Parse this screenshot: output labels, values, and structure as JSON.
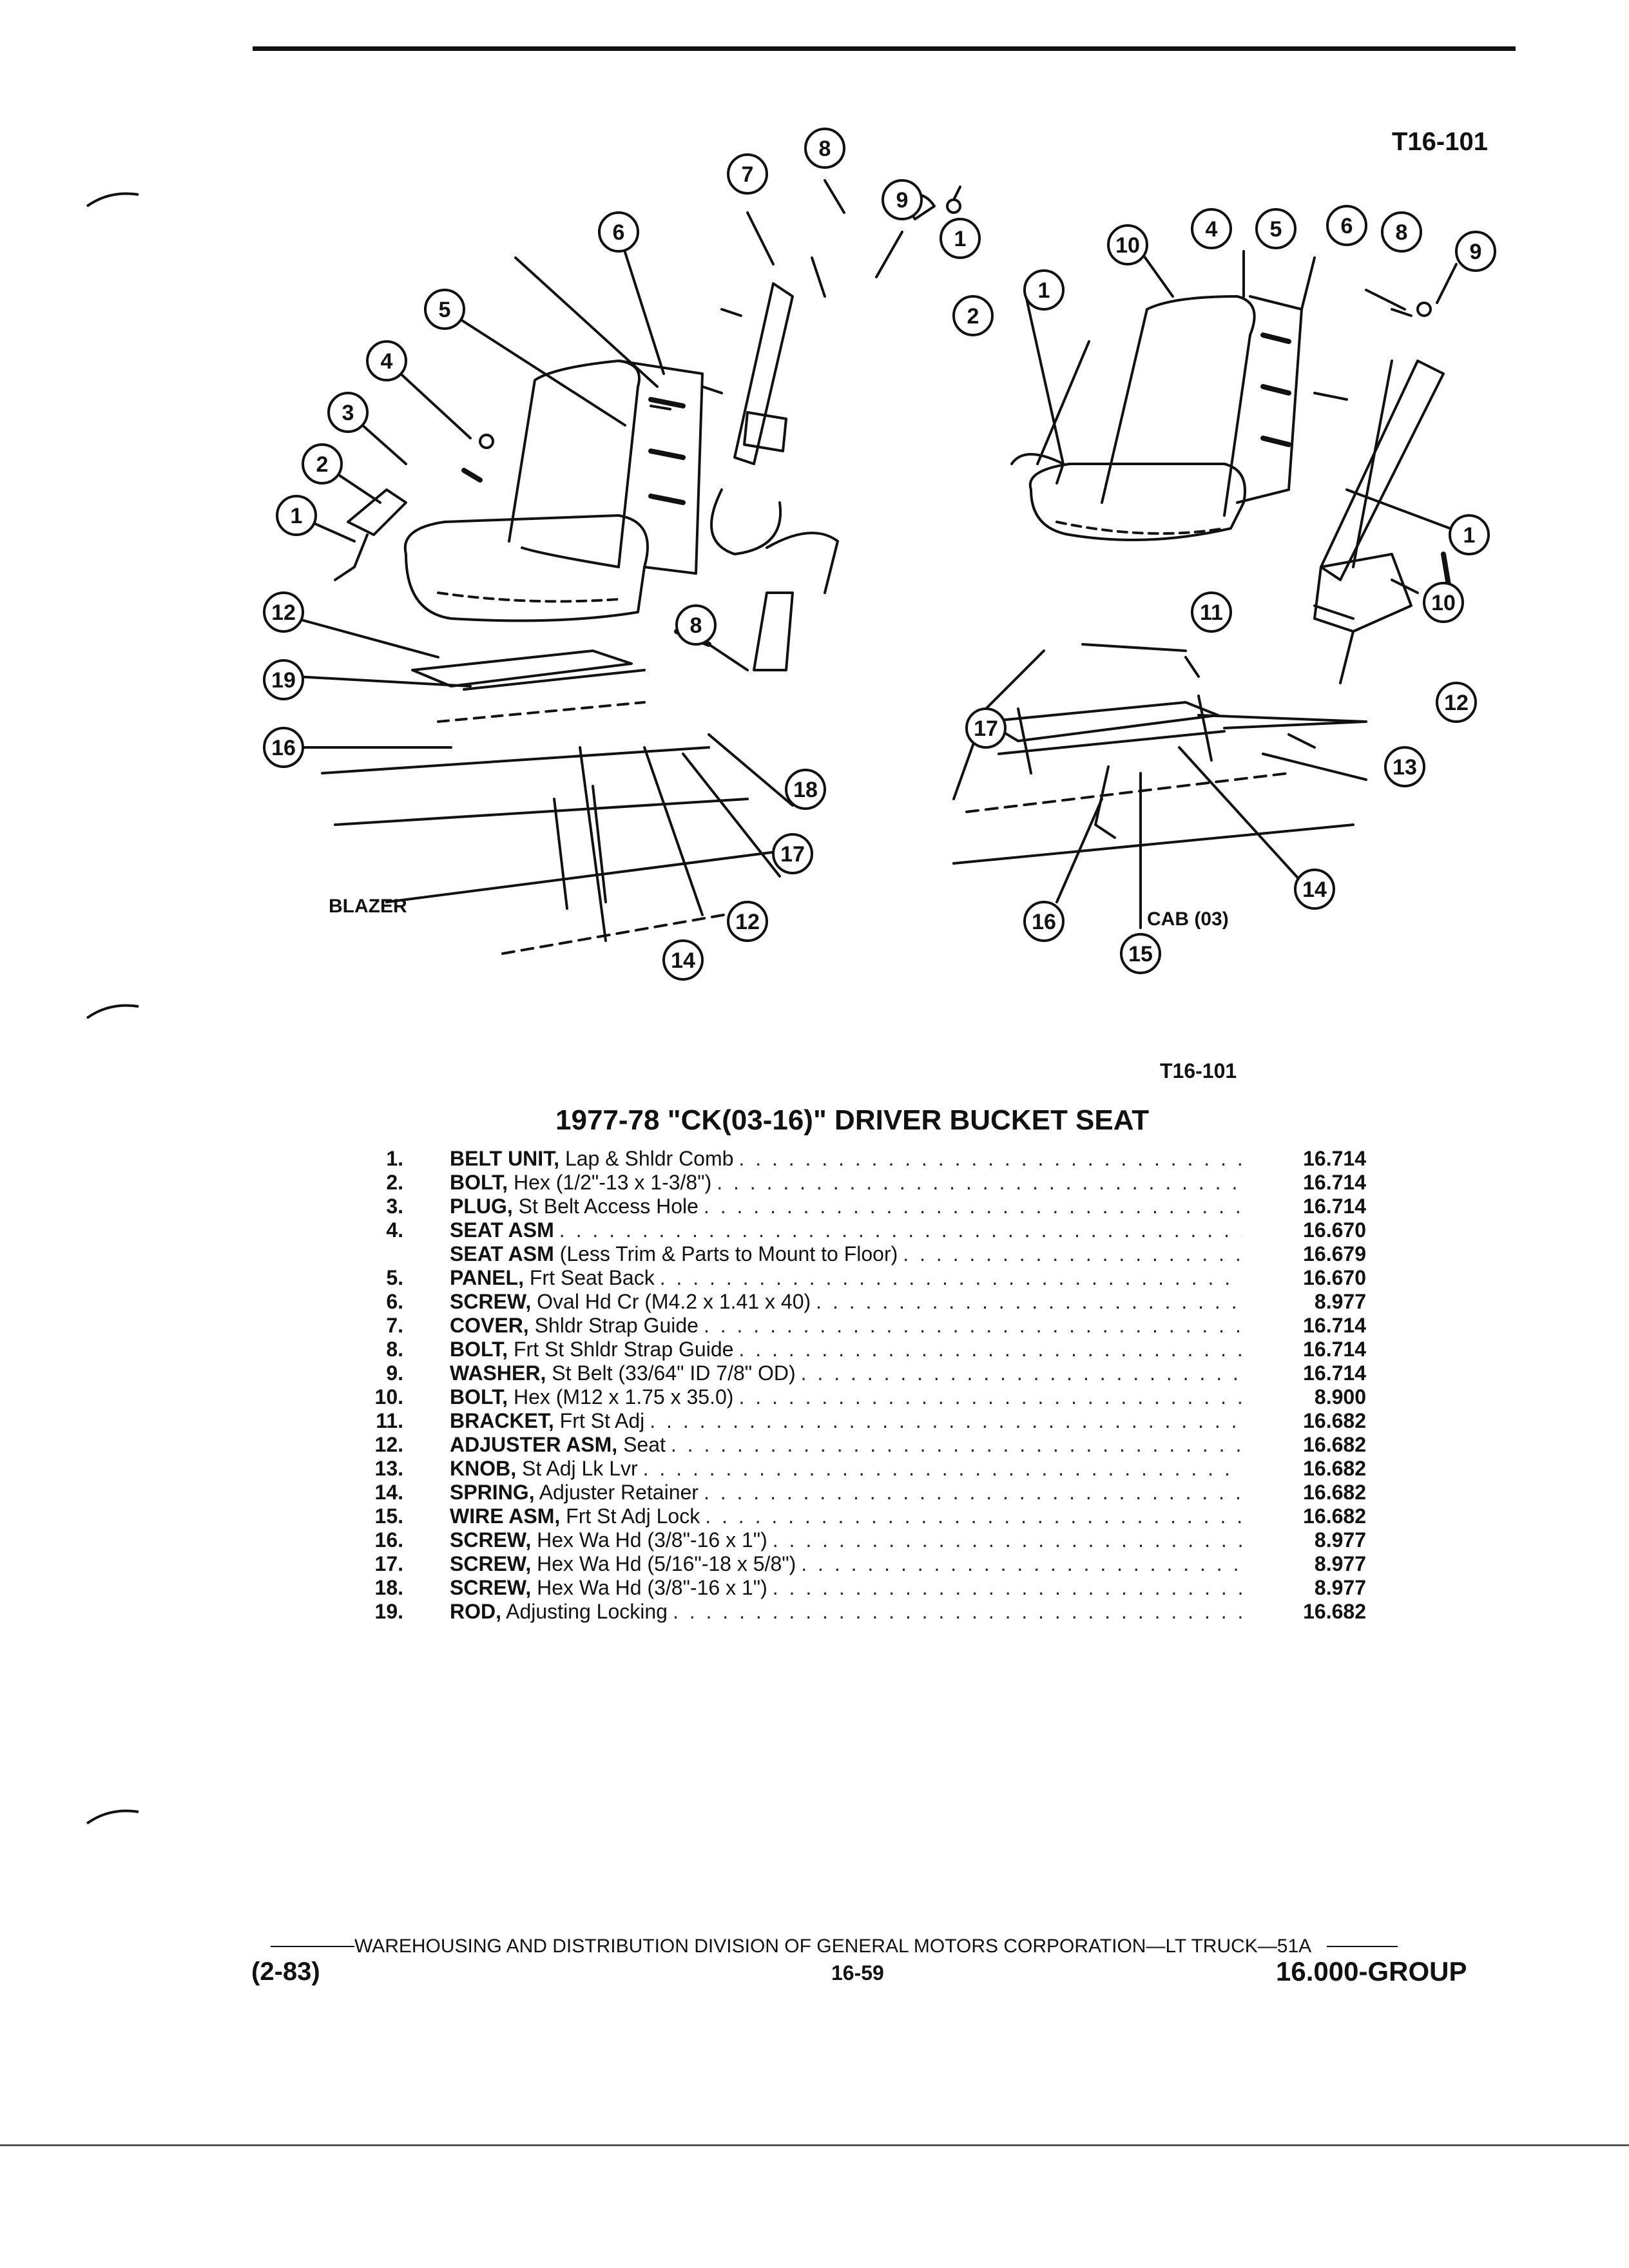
{
  "header": {
    "figure_code": "T16-101"
  },
  "figure": {
    "left_label": "BLAZER",
    "right_label": "CAB (03)",
    "left_callouts": [
      "1",
      "2",
      "3",
      "4",
      "5",
      "6",
      "7",
      "8",
      "9",
      "1",
      "2",
      "8",
      "12",
      "19",
      "16",
      "18",
      "17",
      "12",
      "14"
    ],
    "right_callouts": [
      "10",
      "1",
      "4",
      "5",
      "6",
      "8",
      "9",
      "1",
      "10",
      "11",
      "17",
      "12",
      "13",
      "14",
      "16",
      "15"
    ],
    "caption_code": "T16-101"
  },
  "title": "1977-78 \"CK(03-16)\" DRIVER BUCKET SEAT",
  "parts": [
    {
      "num": "1.",
      "name": "BELT UNIT,",
      "detail": " Lap & Shldr Comb",
      "group": "16.714"
    },
    {
      "num": "2.",
      "name": "BOLT,",
      "detail": " Hex (1/2\"-13 x 1-3/8\")",
      "group": "16.714"
    },
    {
      "num": "3.",
      "name": "PLUG,",
      "detail": " St Belt Access Hole",
      "group": "16.714"
    },
    {
      "num": "4.",
      "name": "SEAT ASM",
      "detail": "",
      "group": "16.670"
    },
    {
      "num": "",
      "name": "SEAT ASM",
      "detail": " (Less Trim & Parts to Mount to Floor)",
      "group": "16.679"
    },
    {
      "num": "5.",
      "name": "PANEL,",
      "detail": " Frt Seat Back",
      "group": "16.670"
    },
    {
      "num": "6.",
      "name": "SCREW,",
      "detail": " Oval Hd Cr (M4.2 x 1.41 x 40)",
      "group": "8.977"
    },
    {
      "num": "7.",
      "name": "COVER,",
      "detail": " Shldr Strap Guide",
      "group": "16.714"
    },
    {
      "num": "8.",
      "name": "BOLT,",
      "detail": " Frt St Shldr Strap Guide",
      "group": "16.714"
    },
    {
      "num": "9.",
      "name": "WASHER,",
      "detail": " St Belt (33/64\" ID 7/8\" OD)",
      "group": "16.714"
    },
    {
      "num": "10.",
      "name": "BOLT,",
      "detail": " Hex (M12 x 1.75 x 35.0)",
      "group": "8.900"
    },
    {
      "num": "11.",
      "name": "BRACKET,",
      "detail": " Frt St Adj",
      "group": "16.682"
    },
    {
      "num": "12.",
      "name": "ADJUSTER ASM,",
      "detail": " Seat",
      "group": "16.682"
    },
    {
      "num": "13.",
      "name": "KNOB,",
      "detail": " St Adj Lk Lvr",
      "group": "16.682"
    },
    {
      "num": "14.",
      "name": "SPRING,",
      "detail": " Adjuster Retainer",
      "group": "16.682"
    },
    {
      "num": "15.",
      "name": "WIRE ASM,",
      "detail": " Frt St Adj Lock",
      "group": "16.682"
    },
    {
      "num": "16.",
      "name": "SCREW,",
      "detail": " Hex Wa Hd (3/8\"-16 x 1\")",
      "group": "8.977"
    },
    {
      "num": "17.",
      "name": "SCREW,",
      "detail": " Hex Wa Hd (5/16\"-18 x 5/8\")",
      "group": "8.977"
    },
    {
      "num": "18.",
      "name": "SCREW,",
      "detail": " Hex Wa Hd (3/8\"-16 x 1\")",
      "group": "8.977"
    },
    {
      "num": "19.",
      "name": "ROD,",
      "detail": " Adjusting Locking",
      "group": "16.682"
    }
  ],
  "footer": {
    "division": "WAREHOUSING AND DISTRIBUTION  DIVISION OF GENERAL MOTORS CORPORATION—LT TRUCK—51A",
    "date": "(2-83)",
    "page": "16-59",
    "group": "16.000-GROUP"
  }
}
